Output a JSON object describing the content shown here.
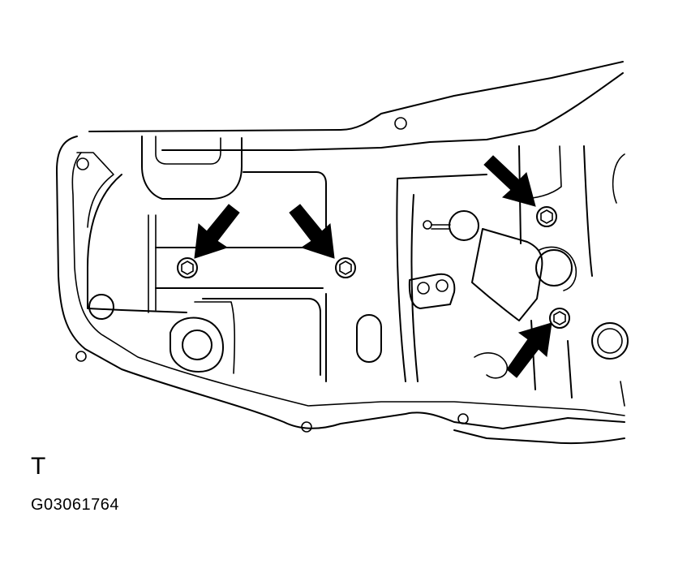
{
  "view_label": "T",
  "figure_code": "G03061764",
  "colors": {
    "line": "#000000",
    "background": "#ffffff",
    "arrow": "#000000"
  },
  "callouts": [
    {
      "name": "bolt-left-center",
      "arrow": "arrow-down-left"
    },
    {
      "name": "bolt-center",
      "arrow": "arrow-down-right"
    },
    {
      "name": "bolt-upper-right",
      "arrow": "arrow-down-right"
    },
    {
      "name": "bolt-lower-right",
      "arrow": "arrow-up-right"
    }
  ]
}
